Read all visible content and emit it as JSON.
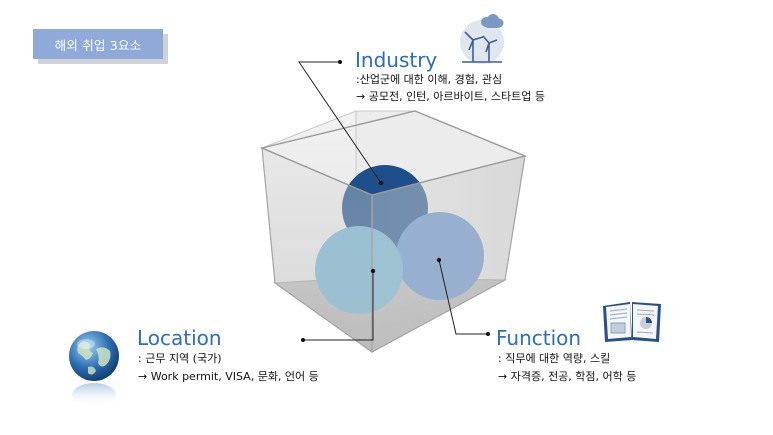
{
  "title_tag": "해외 취업 3요소",
  "industry": {
    "title": "Industry",
    "line1": ":산업군에 대한 이해, 경험, 관심",
    "line2": "→ 공모전, 인턴, 아르바이트, 스타트업 등"
  },
  "location": {
    "title": "Location",
    "line1": ": 근무 지역 (국가)",
    "line2": "→ Work permit, VISA, 문화, 언어 등"
  },
  "function": {
    "title": "Function",
    "line1": ": 직무에 대한 역량, 스킬",
    "line2": "→ 자격증, 전공, 학점, 어학 등"
  },
  "icons": {
    "industry": "wind-turbine-cloud-icon",
    "location": "globe-icon",
    "function": "open-report-book-icon"
  },
  "colors": {
    "title_tag_bg": "#8fa9d8",
    "heading": "#2e6db8",
    "industry_sphere": "#1f4f8a",
    "location_sphere": "#6fb1cf",
    "function_sphere": "#5f8fd0"
  }
}
